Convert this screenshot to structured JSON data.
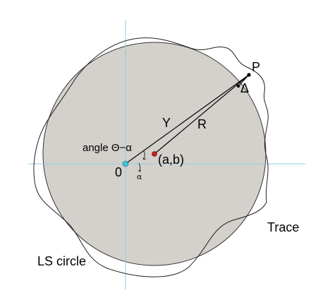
{
  "labels": {
    "point_p": "P",
    "delta": "Δ",
    "y": "Y",
    "r": "R",
    "angle": "angle Θ−α",
    "center": "(a,b)",
    "origin": "0",
    "alpha": "α",
    "trace": "Trace",
    "ls_circle": "LS circle"
  },
  "colors": {
    "circle_fill": "#d4d1cc",
    "circle_stroke": "#333333",
    "axis": "#8fcfe0",
    "origin_marker": "#3fc4d8",
    "center_marker": "#cc1f1f",
    "line": "#000000"
  }
}
